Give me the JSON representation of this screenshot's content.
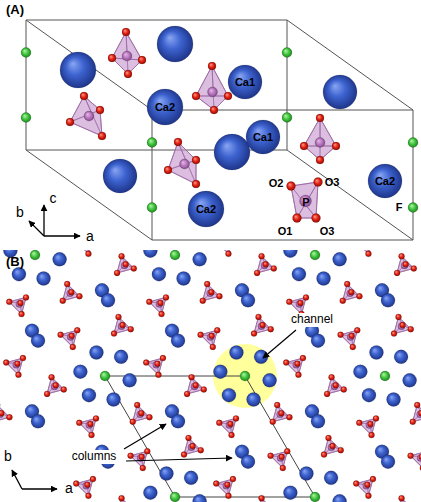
{
  "diagram": {
    "labels": [
      "(A)",
      "Ca1",
      "Ca1",
      "Ca2",
      "Ca2",
      "Ca2",
      "F",
      "O2",
      "O3",
      "O1",
      "O3",
      "P",
      "b",
      "c",
      "a",
      "(B)",
      "channel",
      "columns",
      "b",
      "a"
    ]
  }
}
